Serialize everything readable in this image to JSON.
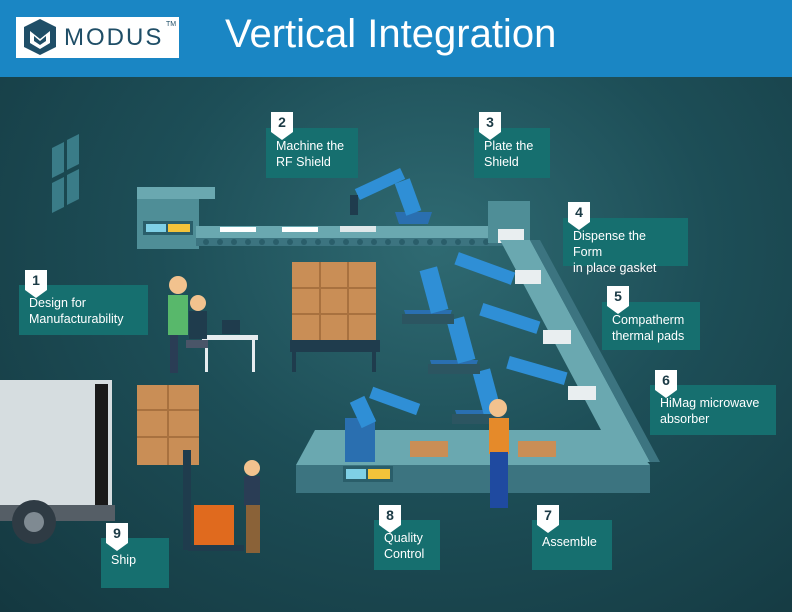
{
  "header": {
    "logo_text": "MODUS",
    "logo_tm": "TM",
    "title": "Vertical Integration"
  },
  "steps": [
    {
      "number": "1",
      "line1": "Design for",
      "line2": "Manufacturability"
    },
    {
      "number": "2",
      "line1": "Machine the",
      "line2": "RF Shield"
    },
    {
      "number": "3",
      "line1": "Plate the",
      "line2": "Shield"
    },
    {
      "number": "4",
      "line1": "Dispense the Form",
      "line2": "in place gasket"
    },
    {
      "number": "5",
      "line1": "Compatherm",
      "line2": "thermal pads"
    },
    {
      "number": "6",
      "line1": "HiMag microwave",
      "line2": "absorber"
    },
    {
      "number": "7",
      "line1": "Assemble",
      "line2": ""
    },
    {
      "number": "8",
      "line1": "Quality",
      "line2": "Control"
    },
    {
      "number": "9",
      "line1": "Ship",
      "line2": ""
    }
  ],
  "colors": {
    "header": "#1a86c4",
    "background": "#1d4e57",
    "step_box": "#166f6f",
    "robot_arm": "#2f8fd6",
    "conveyor": "#4f8e97"
  }
}
